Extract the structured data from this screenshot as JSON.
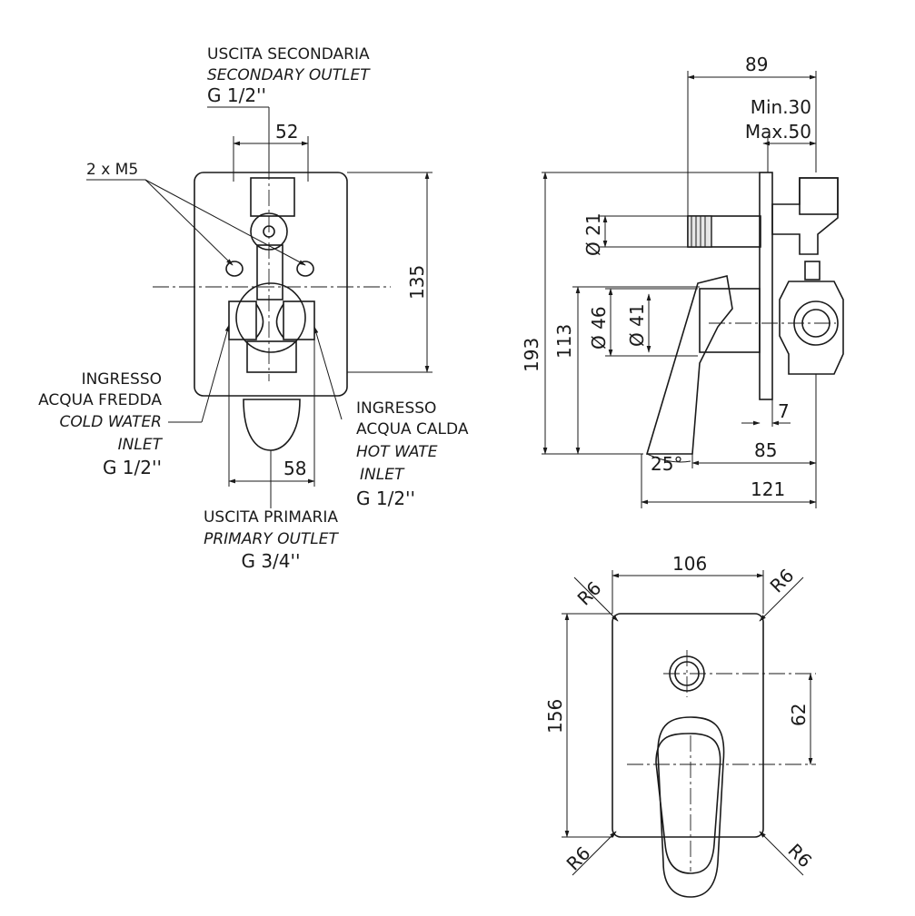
{
  "front_view": {
    "secondary_outlet": {
      "it": "USCITA SECONDARIA",
      "en": "SECONDARY OUTLET",
      "size": "G 1/2''"
    },
    "screws": "2 x M5",
    "dim_top_width": "52",
    "dim_height": "135",
    "cold_inlet": {
      "it1": "INGRESSO",
      "it2": "ACQUA FREDDA",
      "en1": "COLD WATER",
      "en2": "INLET",
      "size": "G 1/2''"
    },
    "hot_inlet": {
      "it1": "INGRESSO",
      "it2": "ACQUA CALDA",
      "en1": "HOT WATE",
      "en2": "INLET",
      "size": "G 1/2''"
    },
    "dim_bottom_width": "58",
    "primary_outlet": {
      "it": "USCITA PRIMARIA",
      "en": "PRIMARY OUTLET",
      "size": "G 3/4''"
    }
  },
  "side_view": {
    "dim_depth_top": "89",
    "dim_min": "Min.30",
    "dim_max": "Max.50",
    "dim_d21": "Ø 21",
    "dim_d46": "Ø 46",
    "dim_d41": "Ø 41",
    "dim_193": "193",
    "dim_113": "113",
    "dim_7": "7",
    "dim_85": "85",
    "dim_angle": "25°",
    "dim_121": "121"
  },
  "plate_view": {
    "dim_width": "106",
    "dim_height": "156",
    "dim_62": "62",
    "radius_tl": "R6",
    "radius_tr": "R6",
    "radius_bl": "R6",
    "radius_br": "R6"
  }
}
